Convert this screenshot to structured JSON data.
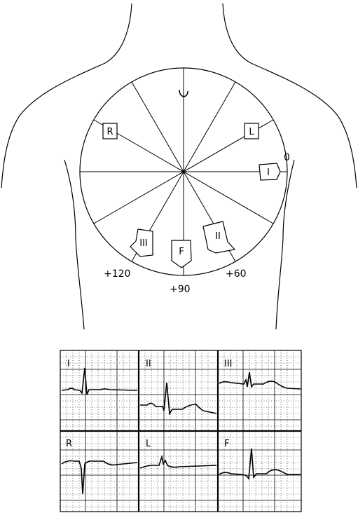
{
  "hexaxial": {
    "electrodes": [
      "R",
      "L"
    ],
    "leads": [
      "I",
      "II",
      "III",
      "F"
    ],
    "degrees": [
      "0",
      "+60",
      "+90",
      "+120"
    ]
  },
  "ecg": {
    "leads": [
      "I",
      "II",
      "III",
      "R",
      "L",
      "F"
    ]
  }
}
